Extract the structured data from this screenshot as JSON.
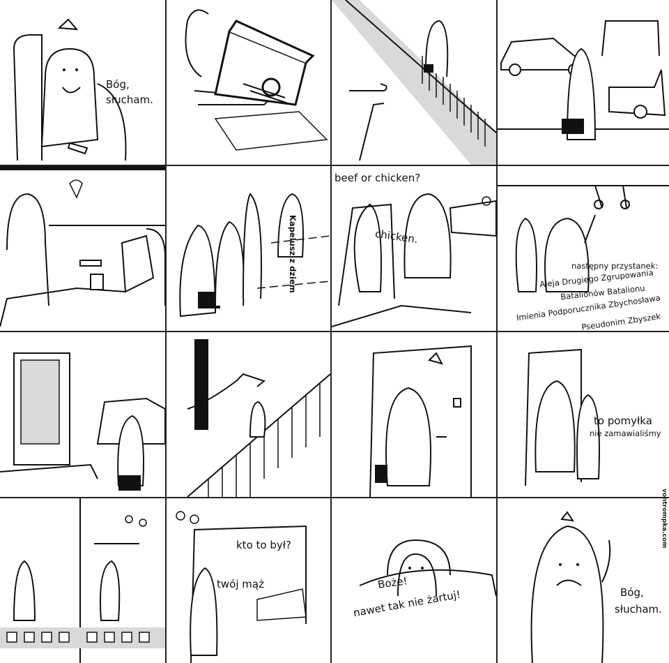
{
  "credit": "vontrompka.com",
  "panels": {
    "p1": {
      "speech": [
        "Bóg,",
        "słucham."
      ]
    },
    "p7": {
      "speech_top": "beef or chicken?",
      "speech_answer": "chicken."
    },
    "p6": {
      "curved": "Kapelusz z dziem"
    },
    "p8": {
      "announcement": [
        "następny przystanek:",
        "Aleja Drugiego Zgrupowania",
        "Batalionów Batalionu",
        "Imienia Podporucznika Zbychosława",
        "Pseudonim Zbyszek"
      ]
    },
    "p12": {
      "speech_big": "to pomyłka",
      "speech_small": "nie zamawialiśmy"
    },
    "p14": {
      "speech_q": "kto to był?",
      "speech_a": "twój mąż"
    },
    "p15": {
      "speech": [
        "Boże!",
        "nawet tak nie żartuj!"
      ]
    },
    "p16": {
      "speech": [
        "Bóg,",
        "słucham."
      ]
    }
  },
  "colors": {
    "ink": "#111111",
    "grey": "#d9d9d9",
    "border": "#222222"
  }
}
